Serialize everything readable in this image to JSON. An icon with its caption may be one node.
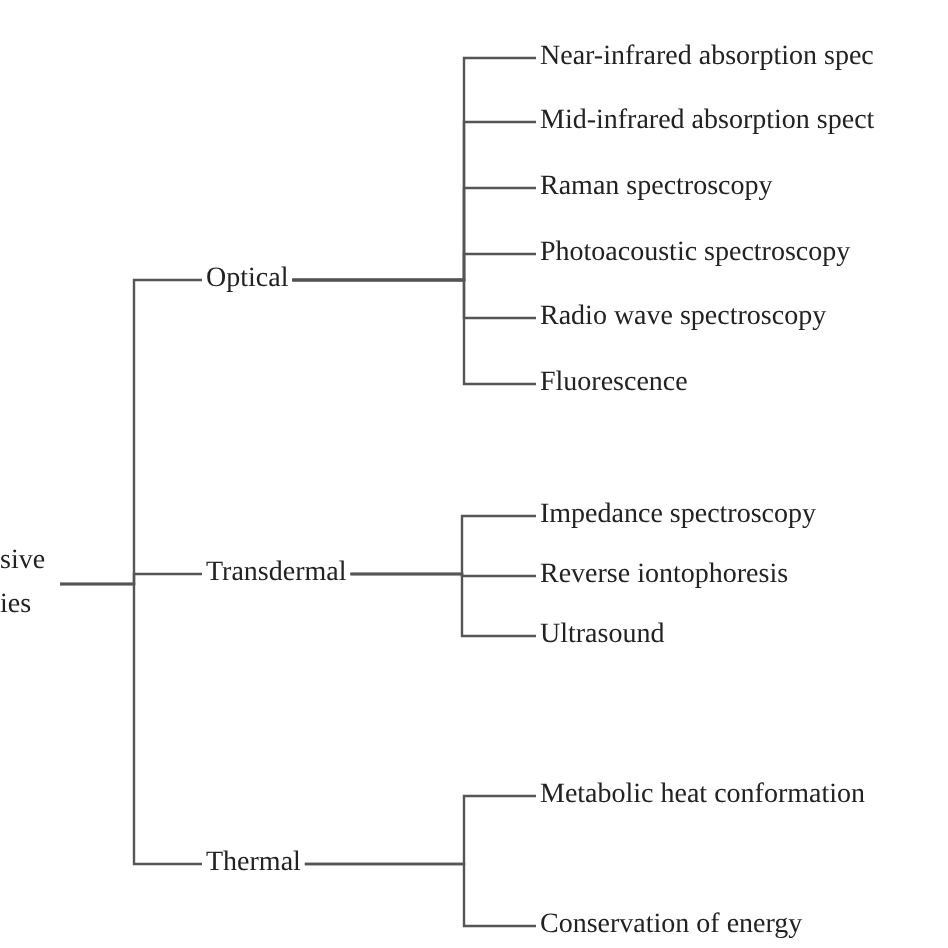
{
  "diagram": {
    "nodes": [
      {
        "text": [
          "sive ies"
        ]
      },
      {
        "text": [
          "Optical"
        ]
      },
      {
        "text": [
          "Transdermal"
        ]
      },
      {
        "text": [
          "Thermal"
        ]
      },
      {
        "text": [
          "Near-infrared absorption spec"
        ]
      },
      {
        "text": [
          "Mid-infrared absorption spect"
        ]
      },
      {
        "text": [
          "Raman spectroscopy"
        ]
      },
      {
        "text": [
          "Photoacoustic spectroscopy"
        ]
      },
      {
        "text": [
          "Radio wave spectroscopy"
        ]
      },
      {
        "text": [
          "Fluorescence"
        ]
      },
      {
        "text": [
          "Impedance spectroscopy"
        ]
      },
      {
        "text": [
          "Reverse iontophoresis"
        ]
      },
      {
        "text": [
          "Ultrasound"
        ]
      },
      {
        "text": [
          "Metabolic heat conformation"
        ]
      },
      {
        "text": [
          "Conservation of energy"
        ]
      }
    ],
    "edges": [
      {
        "from": 0,
        "to": 1,
        "arrow": "none"
      },
      {
        "from": 0,
        "to": 2,
        "arrow": "none"
      },
      {
        "from": 0,
        "to": 3,
        "arrow": "none"
      },
      {
        "from": 1,
        "to": 4,
        "arrow": "none"
      },
      {
        "from": 1,
        "to": 5,
        "arrow": "none"
      },
      {
        "from": 1,
        "to": 6,
        "arrow": "none"
      },
      {
        "from": 1,
        "to": 7,
        "arrow": "none"
      },
      {
        "from": 1,
        "to": 8,
        "arrow": "none"
      },
      {
        "from": 1,
        "to": 9,
        "arrow": "none"
      },
      {
        "from": 2,
        "to": 10,
        "arrow": "none"
      },
      {
        "from": 2,
        "to": 11,
        "arrow": "none"
      },
      {
        "from": 2,
        "to": 12,
        "arrow": "none"
      },
      {
        "from": 3,
        "to": 13,
        "arrow": "none"
      },
      {
        "from": 3,
        "to": 14,
        "arrow": "none"
      }
    ]
  }
}
